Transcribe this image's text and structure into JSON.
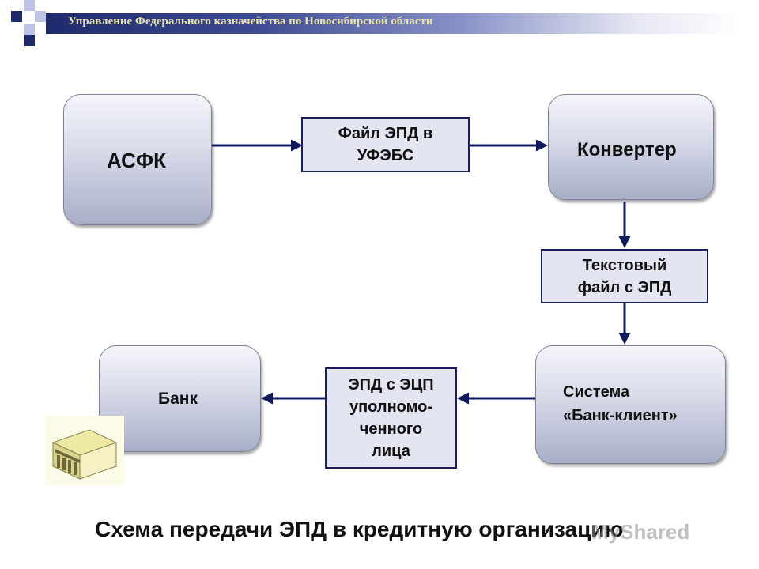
{
  "header": {
    "title": "Управление Федерального казначейства по Новосибирской области"
  },
  "nodes": {
    "asfk": "АСФК",
    "converter": "Конвертер",
    "bank": "Банк",
    "bank_client_line1": "Система",
    "bank_client_line2": "«Банк-клиент»"
  },
  "boxes": {
    "epd_file_line1": "Файл ЭПД в",
    "epd_file_line2": "УФЭБС",
    "text_file_line1": "Текстовый",
    "text_file_line2": "файл с ЭПД",
    "signed_line1": "ЭПД с ЭЦП",
    "signed_line2": "уполномо-",
    "signed_line3": "ченного",
    "signed_line4": "лица"
  },
  "caption": "Схема передачи ЭПД в кредитную организацию",
  "watermark": "MyShared",
  "colors": {
    "navy": "#1f2a6b",
    "arrow": "#0e1a5c",
    "box_border": "#1a1f5c",
    "header_text": "#e9e4b2"
  }
}
